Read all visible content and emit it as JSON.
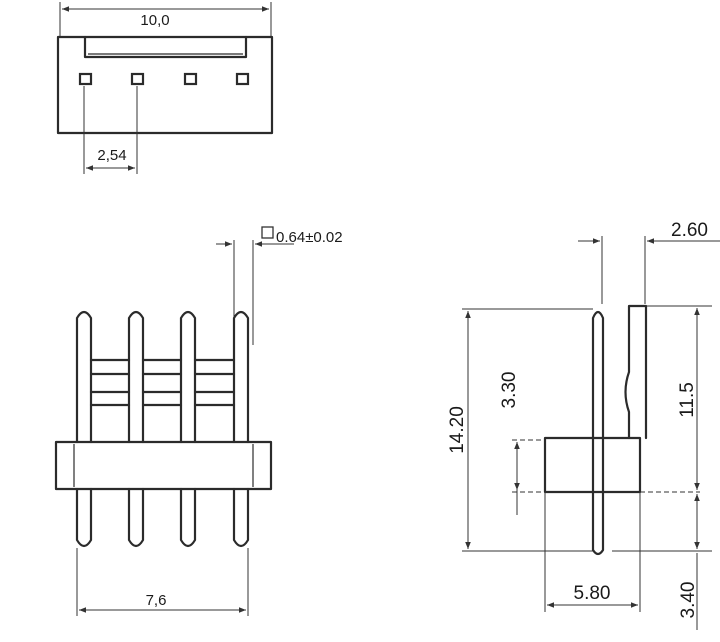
{
  "dimensions": {
    "top_width": "10,0",
    "top_pitch": "2,54",
    "pin_size": "0.64±0.02",
    "front_span": "7,6",
    "side_thickness": "2.60",
    "side_total_height": "14.20",
    "side_body_height": "3.30",
    "side_upper_height": "11.5",
    "side_depth": "5.80",
    "side_lower_height": "3.40"
  }
}
